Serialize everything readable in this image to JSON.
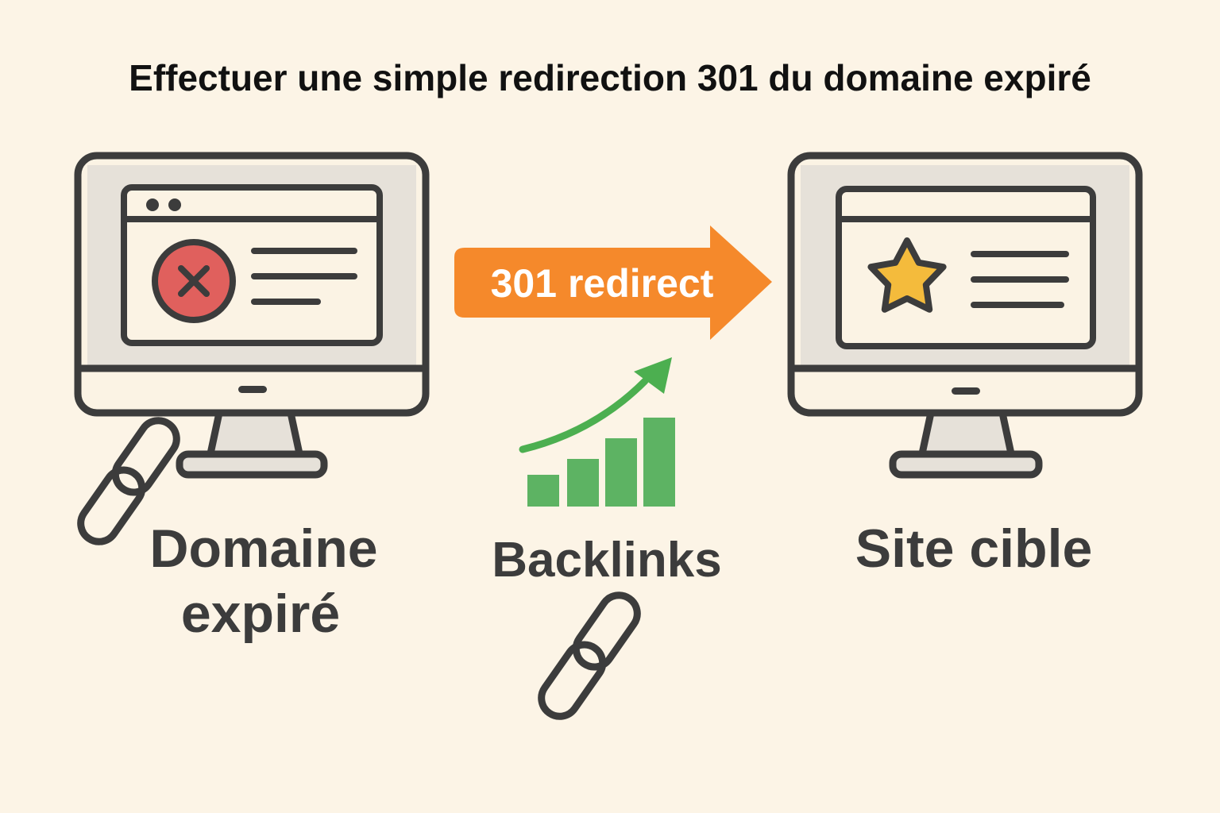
{
  "diagram": {
    "title": "Effectuer une simple redirection 301 du domaine expiré",
    "arrow_label": "301 redirect",
    "left_label_line1": "Domaine",
    "left_label_line2": "expiré",
    "center_label": "Backlinks",
    "right_label": "Site cible"
  },
  "colors": {
    "background": "#fcf4e6",
    "outline": "#3c3c3c",
    "screen": "#e6e1d9",
    "window": "#fbf3e4",
    "error": "#e0605d",
    "arrow": "#f5892b",
    "growth": "#5db363",
    "growth_arrow": "#4caf50",
    "star": "#f4bb3c"
  },
  "icons": [
    "computer-monitor-icon",
    "error-x-icon",
    "chain-link-icon",
    "star-icon",
    "growth-bar-chart-icon",
    "redirect-arrow-icon"
  ]
}
